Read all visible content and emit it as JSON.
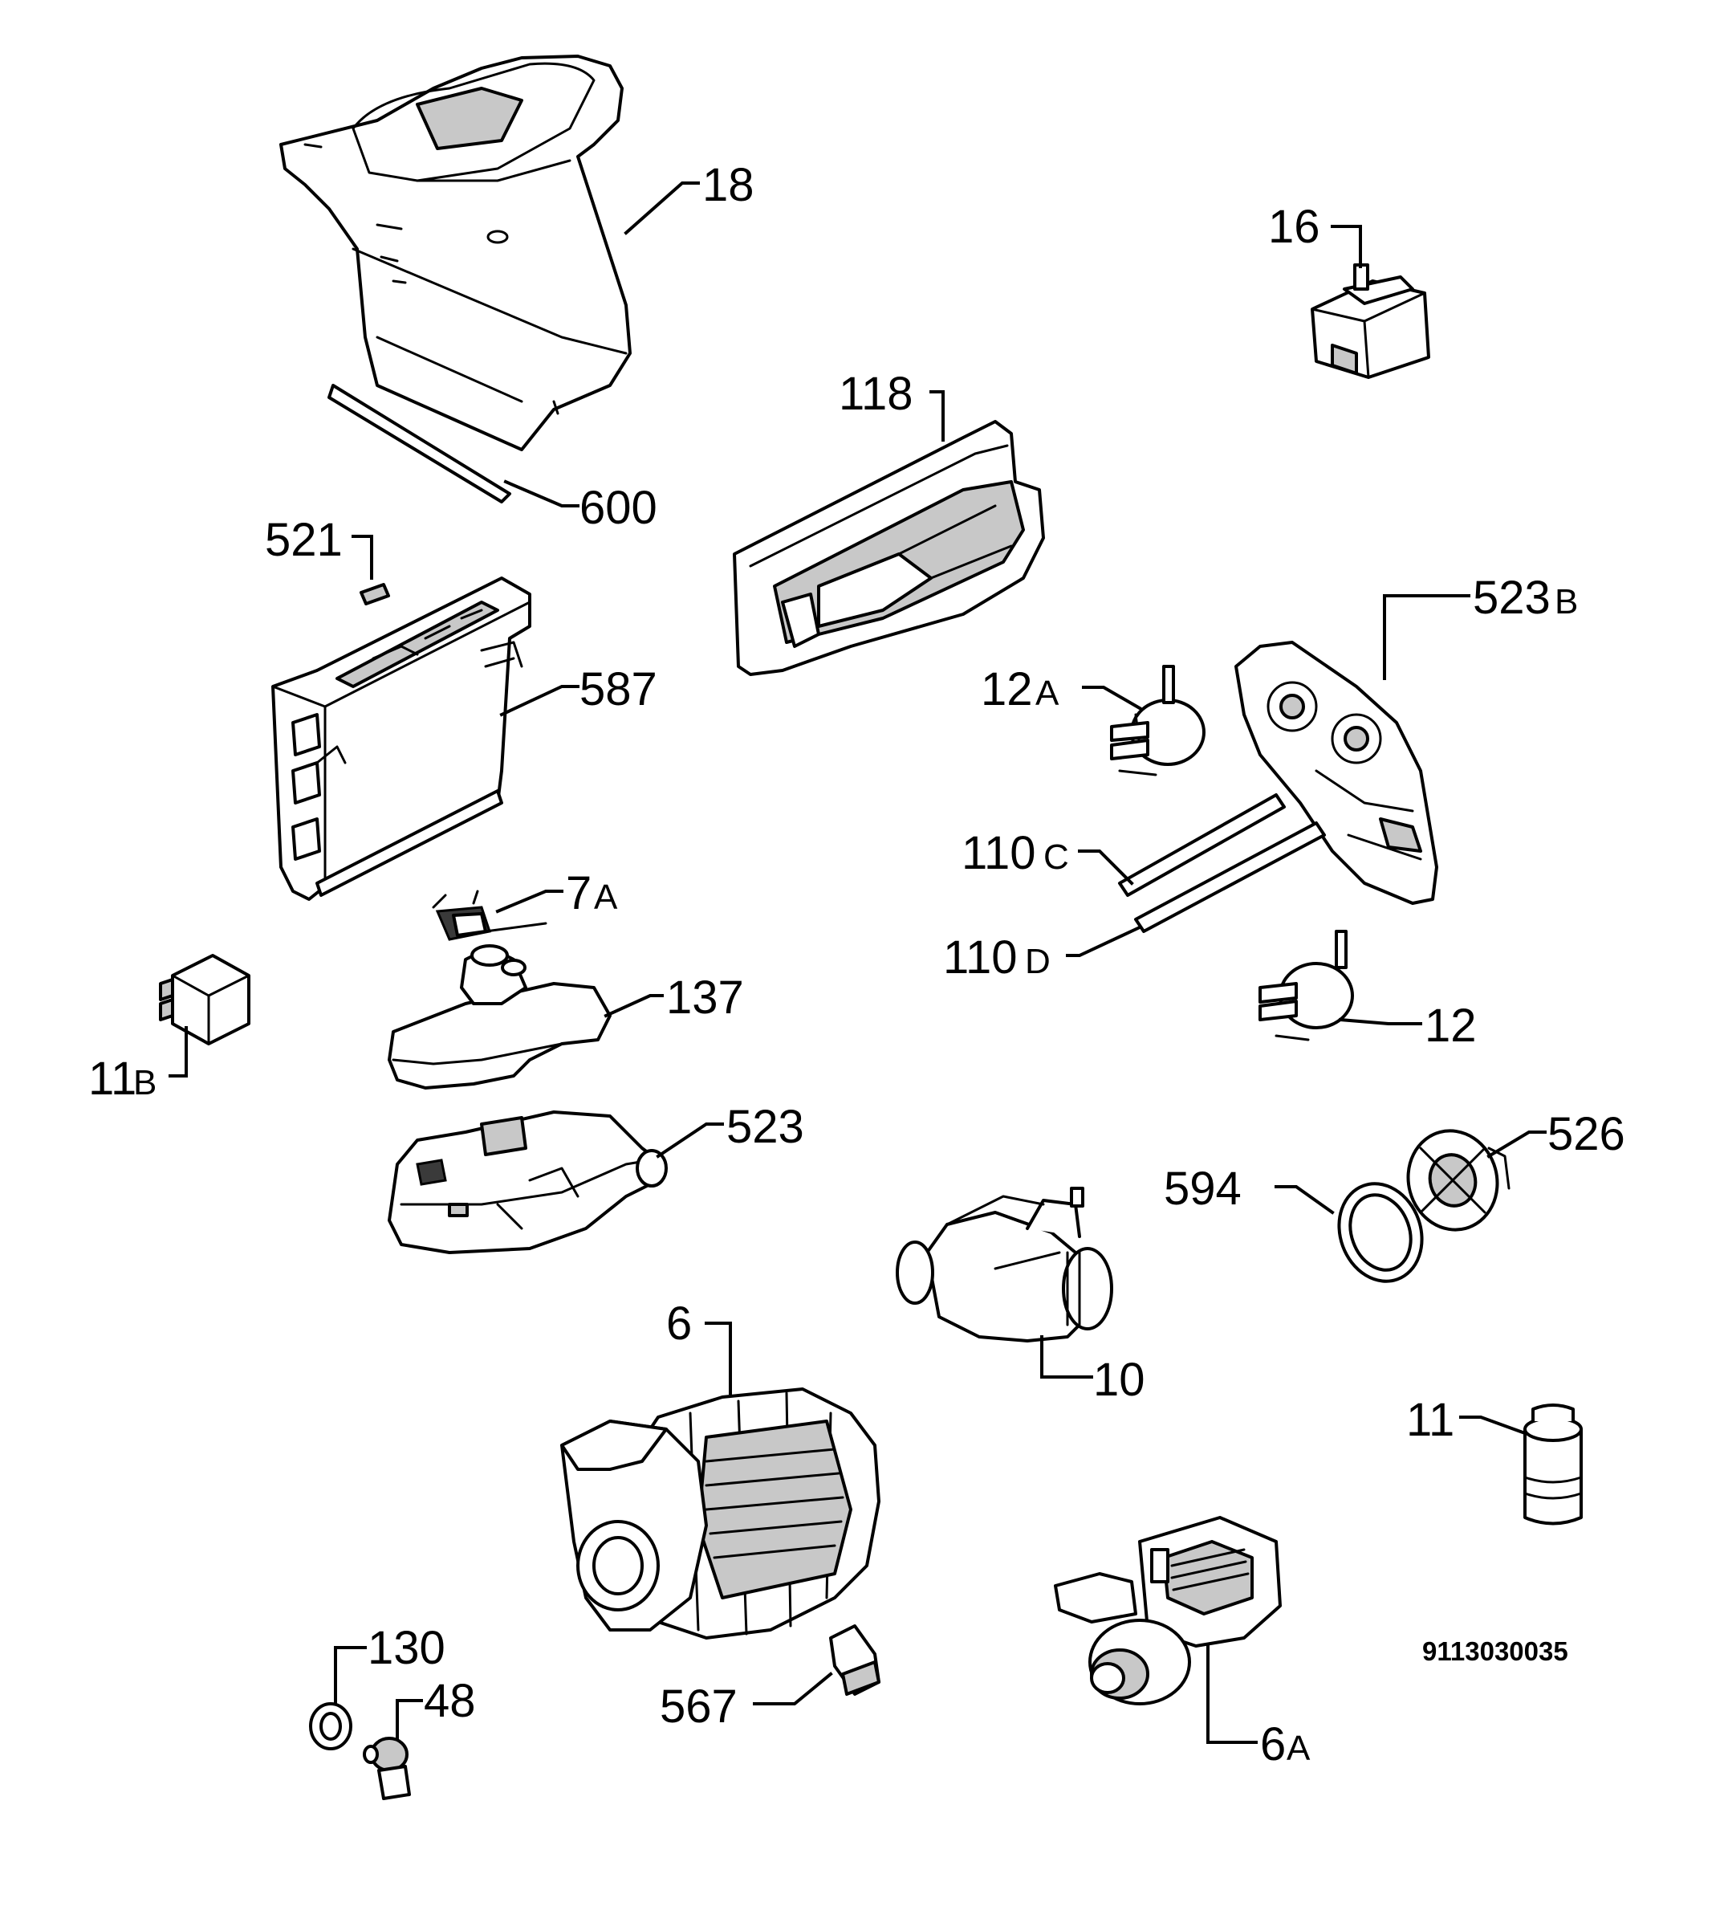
{
  "document_id": "9113030035",
  "callouts": [
    {
      "id": "18",
      "num": "18",
      "suffix": ""
    },
    {
      "id": "16",
      "num": "16",
      "suffix": ""
    },
    {
      "id": "118",
      "num": "118",
      "suffix": ""
    },
    {
      "id": "600",
      "num": "600",
      "suffix": ""
    },
    {
      "id": "521",
      "num": "521",
      "suffix": ""
    },
    {
      "id": "587",
      "num": "587",
      "suffix": ""
    },
    {
      "id": "523B",
      "num": "523",
      "suffix": "B"
    },
    {
      "id": "12A",
      "num": "12",
      "suffix": "A"
    },
    {
      "id": "110C",
      "num": "110",
      "suffix": "C"
    },
    {
      "id": "110D",
      "num": "110",
      "suffix": "D"
    },
    {
      "id": "7A",
      "num": "7",
      "suffix": "A"
    },
    {
      "id": "137",
      "num": "137",
      "suffix": ""
    },
    {
      "id": "11B",
      "num": "11",
      "suffix": "B"
    },
    {
      "id": "12",
      "num": "12",
      "suffix": ""
    },
    {
      "id": "523",
      "num": "523",
      "suffix": ""
    },
    {
      "id": "594",
      "num": "594",
      "suffix": ""
    },
    {
      "id": "526",
      "num": "526",
      "suffix": ""
    },
    {
      "id": "6",
      "num": "6",
      "suffix": ""
    },
    {
      "id": "10",
      "num": "10",
      "suffix": ""
    },
    {
      "id": "11",
      "num": "11",
      "suffix": ""
    },
    {
      "id": "130",
      "num": "130",
      "suffix": ""
    },
    {
      "id": "48",
      "num": "48",
      "suffix": ""
    },
    {
      "id": "567",
      "num": "567",
      "suffix": ""
    },
    {
      "id": "6A",
      "num": "6",
      "suffix": "A"
    }
  ]
}
